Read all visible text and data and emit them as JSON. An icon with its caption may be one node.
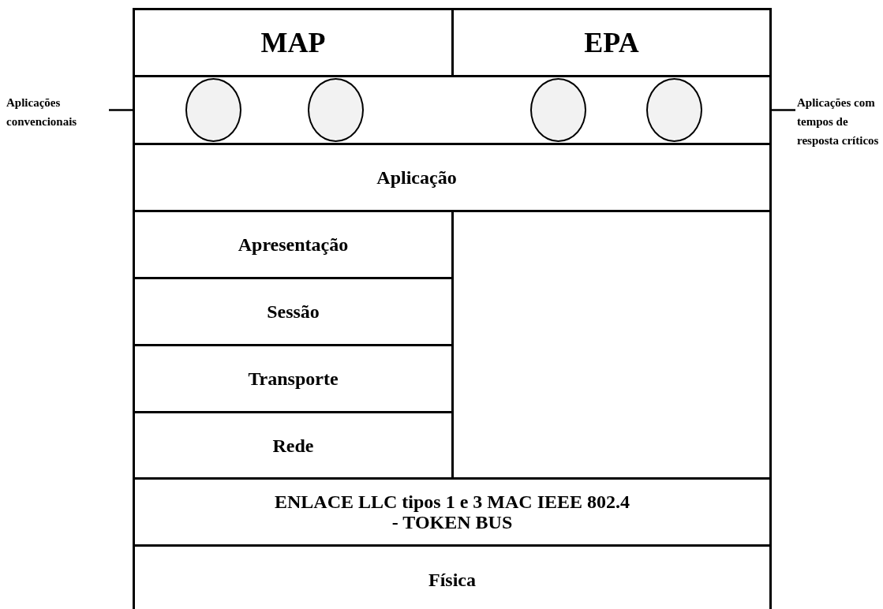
{
  "diagram": {
    "nodes": [
      {
        "text": [
          "MAP"
        ]
      },
      {
        "text": [
          "EPA"
        ]
      },
      {
        "text": [
          "Aplicações convencionais"
        ]
      },
      {
        "text": [],
        "shape": "circle"
      },
      {
        "text": [],
        "shape": "circle"
      },
      {
        "text": [],
        "shape": "circle"
      },
      {
        "text": [],
        "shape": "circle"
      },
      {
        "text": [
          "Aplicações com tempos de resposta críticos"
        ]
      },
      {
        "text": [
          "Aplicação"
        ]
      },
      {
        "text": [
          "Apresentação"
        ]
      },
      {
        "text": [
          "Sessão"
        ]
      },
      {
        "text": [
          "Transporte"
        ]
      },
      {
        "text": [
          "Rede"
        ]
      },
      {
        "text": [
          "ENLACE LLC tipos 1 e 3 MAC IEEE 802.4 - TOKEN BUS"
        ]
      },
      {
        "text": [
          "Física"
        ]
      }
    ],
    "edges": [
      {
        "from": 2,
        "to": 3,
        "arrow": "none"
      },
      {
        "from": 7,
        "to": 6,
        "arrow": "none"
      }
    ]
  }
}
